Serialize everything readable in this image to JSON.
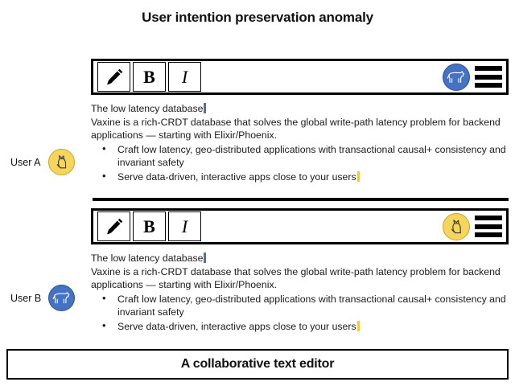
{
  "title": "User intention preservation anomaly",
  "caption": "A collaborative text editor",
  "colors": {
    "user_a_accent": "#f5d55c",
    "user_b_accent": "#4472c4",
    "caret_blue": "#4472c4",
    "caret_amber": "#f2c744",
    "frame": "#000000",
    "background": "#ffffff"
  },
  "toolbar": {
    "pencil_label": "",
    "bold_label": "B",
    "italic_label": "I",
    "icons": {
      "pencil": "pencil-icon",
      "menu": "hamburger-menu-icon"
    }
  },
  "document": {
    "heading": "The low latency database",
    "paragraph": "Vaxine is a rich-CRDT database that solves the global write-path latency problem for backend applications — starting with Elixir/Phoenix.",
    "bullets": [
      "Craft low latency, geo-distributed applications with transactional causal+ consistency and invariant safety",
      "Serve data-driven, interactive apps close to your users"
    ]
  },
  "panes": [
    {
      "id": "pane-a",
      "owner": "User A",
      "toolbar_avatar": "dog-avatar-blue",
      "toolbar_avatar_color": "#4472c4"
    },
    {
      "id": "pane-b",
      "owner": "User B",
      "toolbar_avatar": "cat-avatar-yellow",
      "toolbar_avatar_color": "#f5d55c"
    }
  ],
  "users": [
    {
      "label": "User A",
      "avatar": "cat-avatar-yellow",
      "avatar_color": "#f5d55c"
    },
    {
      "label": "User B",
      "avatar": "dog-avatar-blue",
      "avatar_color": "#4472c4"
    }
  ]
}
